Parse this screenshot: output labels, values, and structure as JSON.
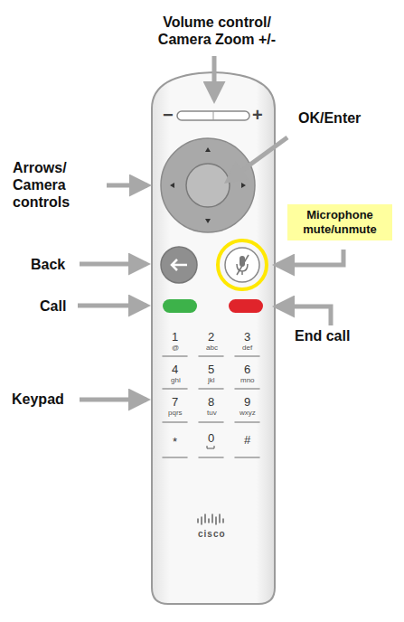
{
  "diagram": {
    "nodes": [
      {
        "text": [
          "Microphone mute/unmute"
        ]
      }
    ],
    "labels": [
      "Volume control/ Camera Zoom +/-",
      "OK/Enter",
      "Arrows/ Camera controls",
      "Back",
      "Call",
      "End call",
      "Keypad",
      "−",
      "+",
      "1",
      "@",
      "2",
      "abc",
      "3",
      "def",
      "4",
      "ghi",
      "5",
      "jkl",
      "6",
      "mno",
      "7",
      "pqrs",
      "8",
      "tuv",
      "9",
      "wxyz",
      "*",
      "0",
      "#",
      "cisco"
    ]
  }
}
